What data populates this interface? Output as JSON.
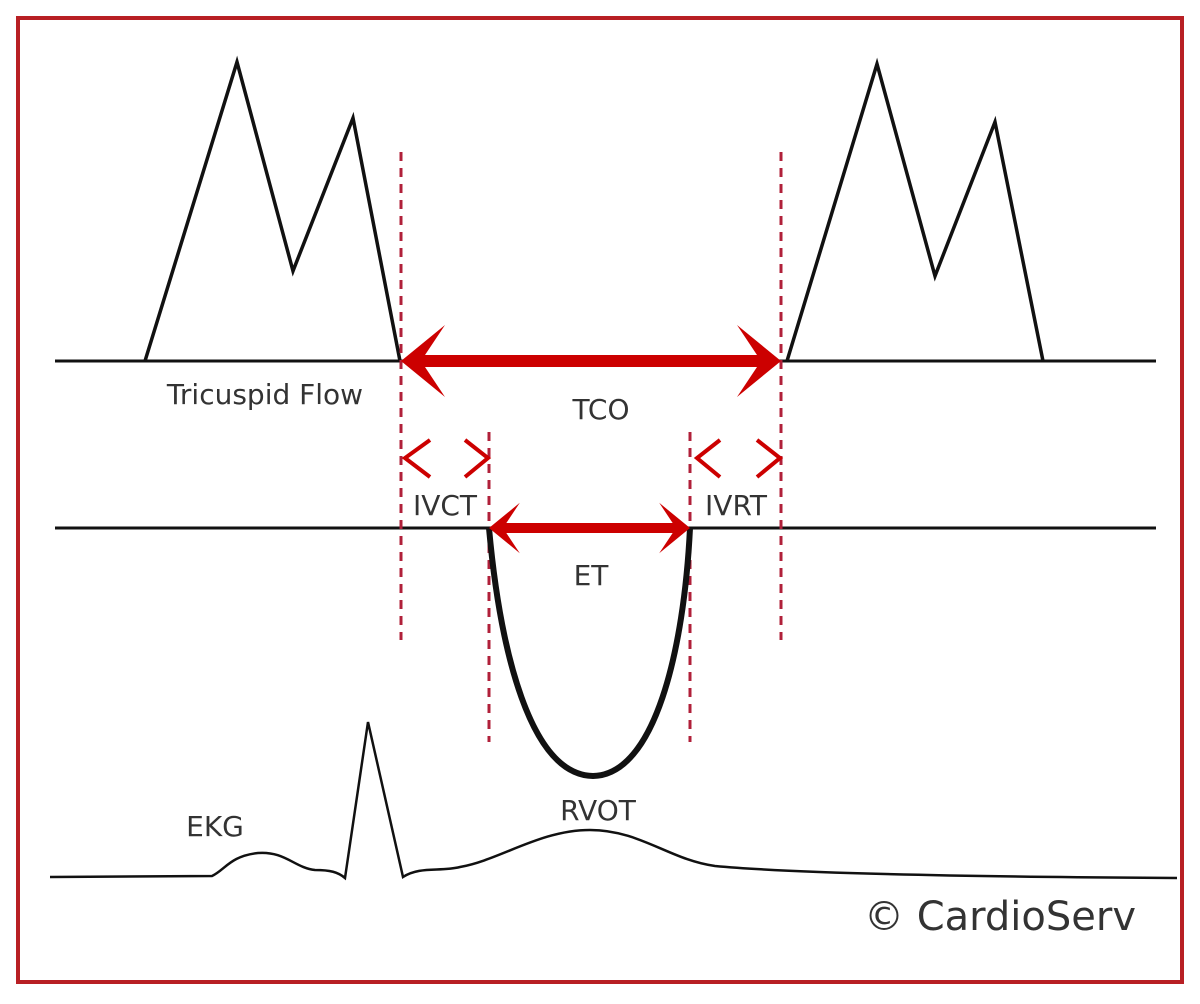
{
  "labels": {
    "tricuspid_flow": "Tricuspid Flow",
    "tco": "TCO",
    "ivct": "IVCT",
    "ivrt": "IVRT",
    "et": "ET",
    "rvot": "RVOT",
    "ekg": "EKG",
    "copyright": "© CardioServ"
  },
  "colors": {
    "border": "#b81f24",
    "arrow": "#cc0000",
    "dashed": "#b0203a",
    "line": "#111111",
    "text": "#333333"
  }
}
